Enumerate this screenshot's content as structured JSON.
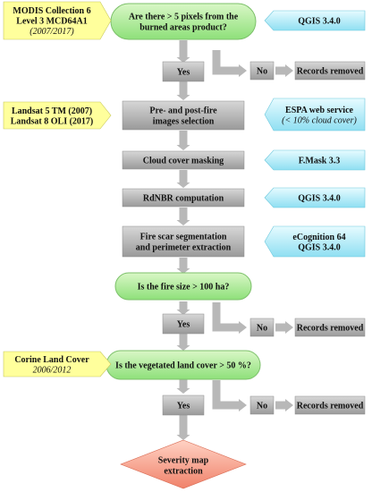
{
  "colors": {
    "decision_fill_top": "#d9f7c6",
    "decision_fill_bottom": "#8ee07a",
    "decision_stroke": "#7cc06a",
    "process_fill_top": "#d7d7d7",
    "process_fill_bottom": "#9a9a9a",
    "tool_fill_top": "#e6fbff",
    "tool_fill_bottom": "#8fdff2",
    "source_fill": "#ffff9c",
    "source_stroke": "#c8c85a",
    "end_fill_top": "#ffd2c4",
    "end_fill_bottom": "#f0826a",
    "arrow": "#b8b8b8"
  },
  "sources": [
    {
      "lines": [
        "MODIS Collection 6",
        "Level 3 MCD64A1"
      ],
      "sub": "(2007/2017)"
    },
    {
      "lines": [
        "Landsat 5 TM (2007)",
        "Landsat 8 OLI (2017)"
      ],
      "sub": ""
    },
    {
      "lines": [
        "Corine Land Cover"
      ],
      "sub": "2006/2012"
    }
  ],
  "decisions": [
    {
      "lines": [
        "Are there > 5 pixels from the",
        "burned areas product?"
      ]
    },
    {
      "lines": [
        "Is the fire size > 100 ha?"
      ]
    },
    {
      "lines": [
        "Is the vegetated land cover > 50 %?"
      ]
    }
  ],
  "yes_label": "Yes",
  "no_label": "No",
  "removed_label": "Records removed",
  "steps": [
    {
      "lines": [
        "Pre- and post-fire",
        "images selection"
      ]
    },
    {
      "lines": [
        "Cloud cover masking"
      ]
    },
    {
      "lines": [
        "RdNBR computation"
      ]
    },
    {
      "lines": [
        "Fire scar segmentation",
        "and perimeter extraction"
      ]
    }
  ],
  "tools": [
    {
      "lines": [
        "QGIS 3.4.0"
      ],
      "sub": ""
    },
    {
      "lines": [
        "ESPA web service"
      ],
      "sub": "(< 10% cloud cover)"
    },
    {
      "lines": [
        "F.Mask 3.3"
      ],
      "sub": ""
    },
    {
      "lines": [
        "QGIS 3.4.0"
      ],
      "sub": ""
    },
    {
      "lines": [
        "eCognition 64",
        "QGIS 3.4.0"
      ],
      "sub": ""
    }
  ],
  "end": {
    "lines": [
      "Severity map",
      "extraction"
    ]
  }
}
